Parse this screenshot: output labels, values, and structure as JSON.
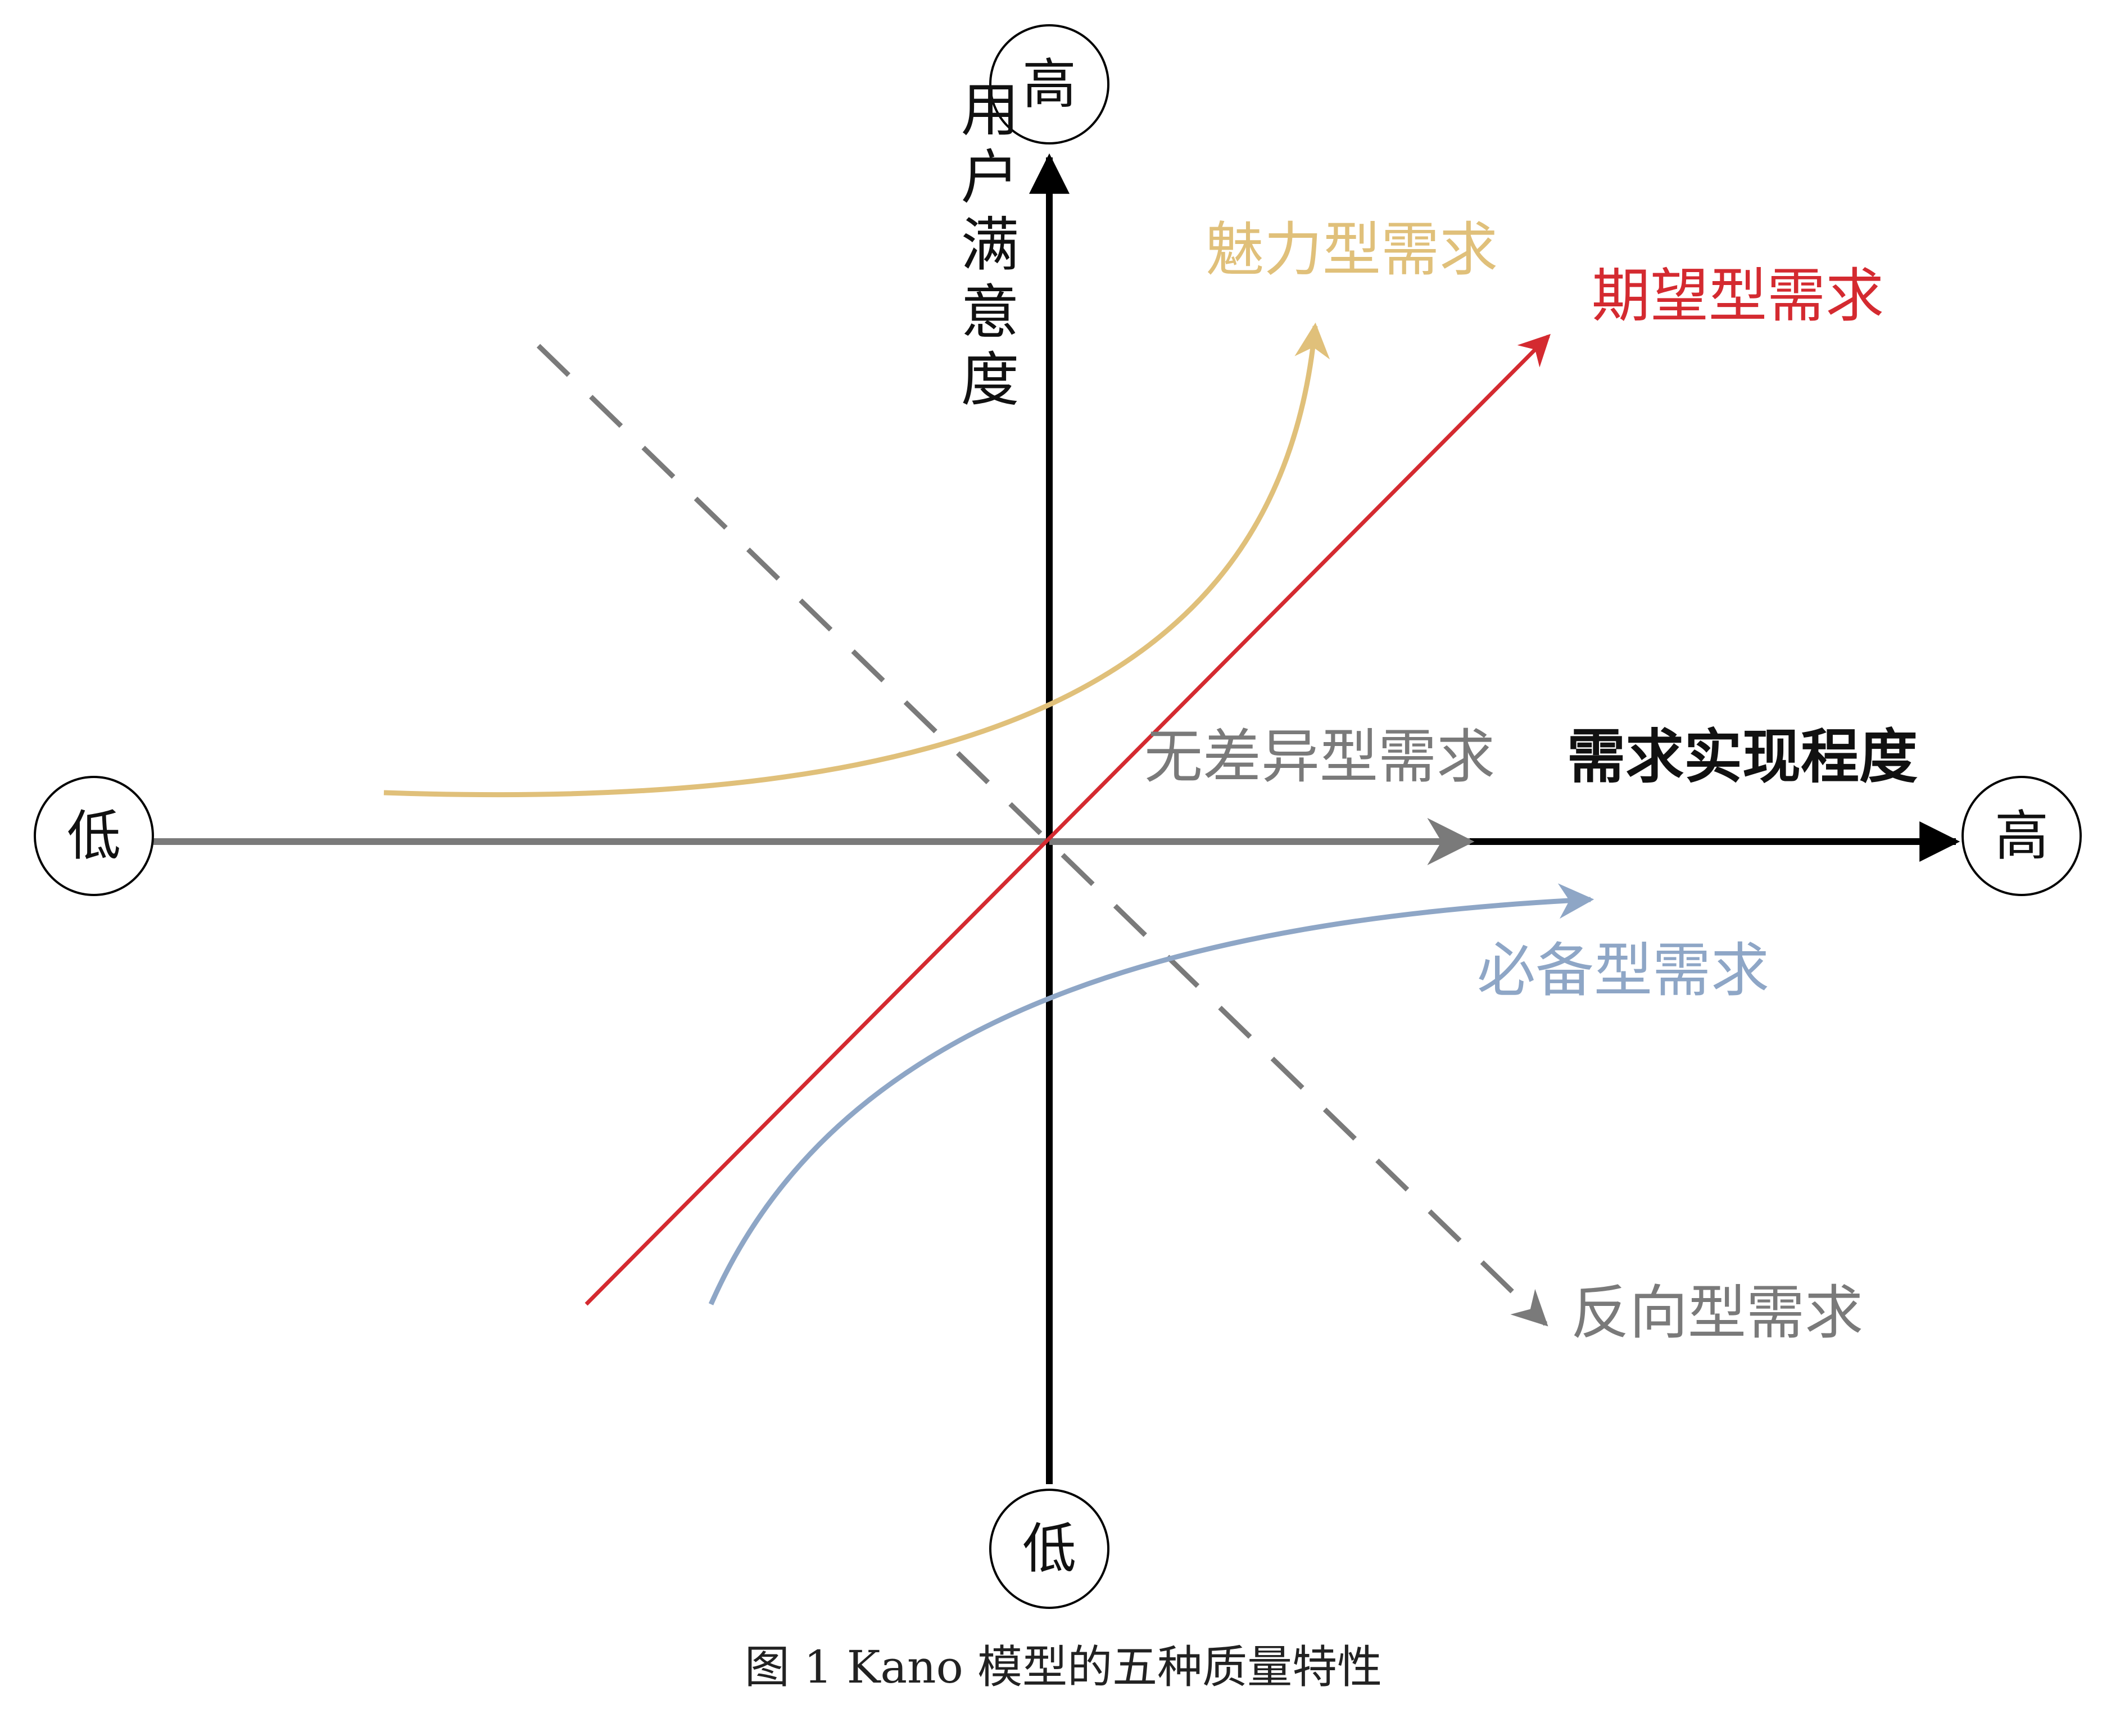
{
  "axes": {
    "y_title": "用户满意度",
    "x_title": "需求实现程度",
    "y_high": "高",
    "y_low": "低",
    "x_high": "高",
    "x_low": "低"
  },
  "curves": {
    "attractive": {
      "label": "魅力型需求",
      "color": "#e0c07a"
    },
    "one_dimensional": {
      "label": "期望型需求",
      "color": "#d42a30"
    },
    "indifferent": {
      "label": "无差异型需求",
      "color": "#7a7a7a"
    },
    "must_be": {
      "label": "必备型需求",
      "color": "#8ea6c6"
    },
    "reverse": {
      "label": "反向型需求",
      "color": "#7a7a7a"
    }
  },
  "axis_color": "#000000",
  "caption": "图 1 Kano 模型的五种质量特性"
}
